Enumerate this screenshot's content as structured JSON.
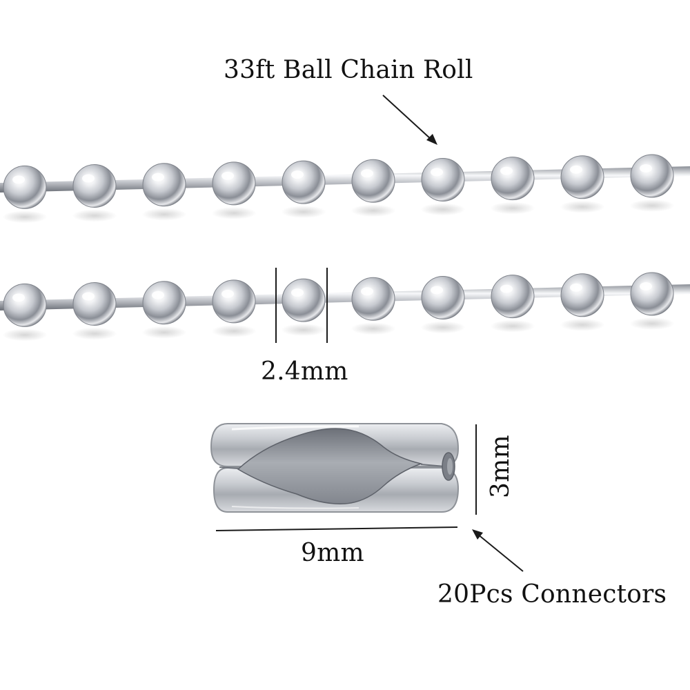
{
  "labels": {
    "chain_roll": "33ft Ball Chain Roll",
    "ball_diameter": "2.4mm",
    "connector_length": "9mm",
    "connector_height": "3mm",
    "connectors": "20Pcs Connectors"
  },
  "colors": {
    "background": "#ffffff",
    "chrome_light": "#f4f5f7",
    "chrome_mid": "#b9bcc2",
    "chrome_dark": "#5f636b",
    "text": "#111111",
    "line": "#1a1a1a"
  }
}
